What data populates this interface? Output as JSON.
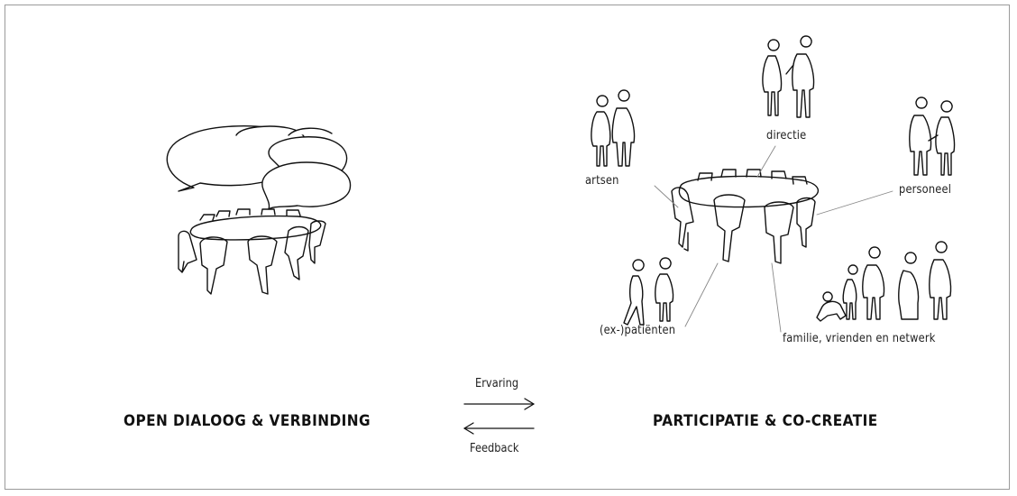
{
  "titles": {
    "left": "OPEN DIALOOG & VERBINDING",
    "right": "PARTICIPATIE & CO-CREATIE"
  },
  "arrows": {
    "top": "Ervaring",
    "bottom": "Feedback"
  },
  "stakeholders": {
    "artsen": "artsen",
    "directie": "directie",
    "personeel": "personeel",
    "patienten": "(ex-)patiënten",
    "familie": "familie, vrienden en netwerk"
  }
}
